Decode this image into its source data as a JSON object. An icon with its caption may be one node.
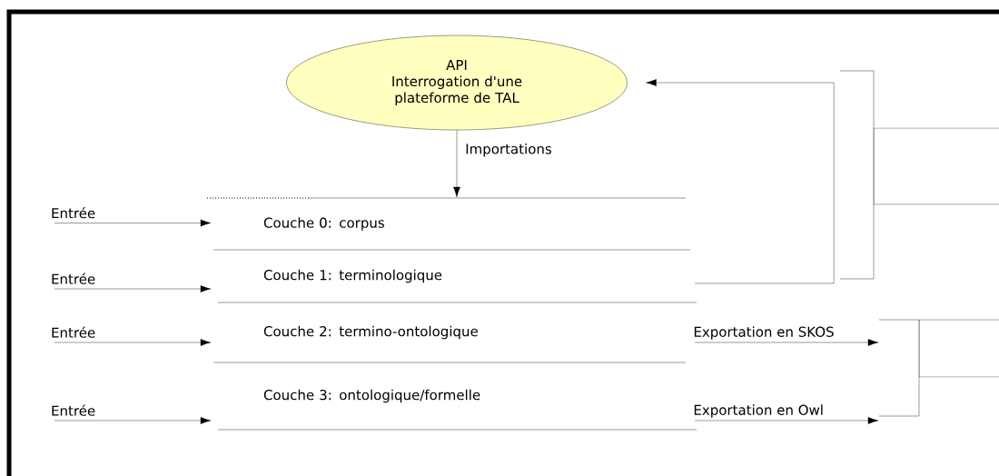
{
  "diagram": {
    "nodes": [
      {
        "text": [
          "API",
          "Interrogation d'une plateforme de TAL"
        ]
      },
      {
        "text": [
          "Couche 0: corpus"
        ]
      },
      {
        "text": [
          "Couche 1: terminologique"
        ]
      },
      {
        "text": [
          "Couche 2:  termino-ontologique"
        ]
      },
      {
        "text": [
          "Couche 3:  ontologique/formelle"
        ]
      },
      {
        "text": [],
        "shape": "box"
      },
      {
        "text": [],
        "shape": "box"
      }
    ],
    "edges": [
      {
        "from": null,
        "to": 1,
        "arrow": "to",
        "label": "Entrée"
      },
      {
        "from": null,
        "to": 2,
        "arrow": "to",
        "label": "Entrée"
      },
      {
        "from": null,
        "to": 3,
        "arrow": "to",
        "label": "Entrée"
      },
      {
        "from": null,
        "to": 4,
        "arrow": "to",
        "label": "Entrée"
      },
      {
        "from": 0,
        "to": 1,
        "arrow": "to",
        "label": "Importations"
      },
      {
        "from": 2,
        "to": 0,
        "arrow": "to"
      },
      {
        "from": 3,
        "to": 6,
        "arrow": "to",
        "label": "Exportation en SKOS"
      },
      {
        "from": 4,
        "to": 6,
        "arrow": "to",
        "label": "Exportation en Owl"
      }
    ]
  }
}
